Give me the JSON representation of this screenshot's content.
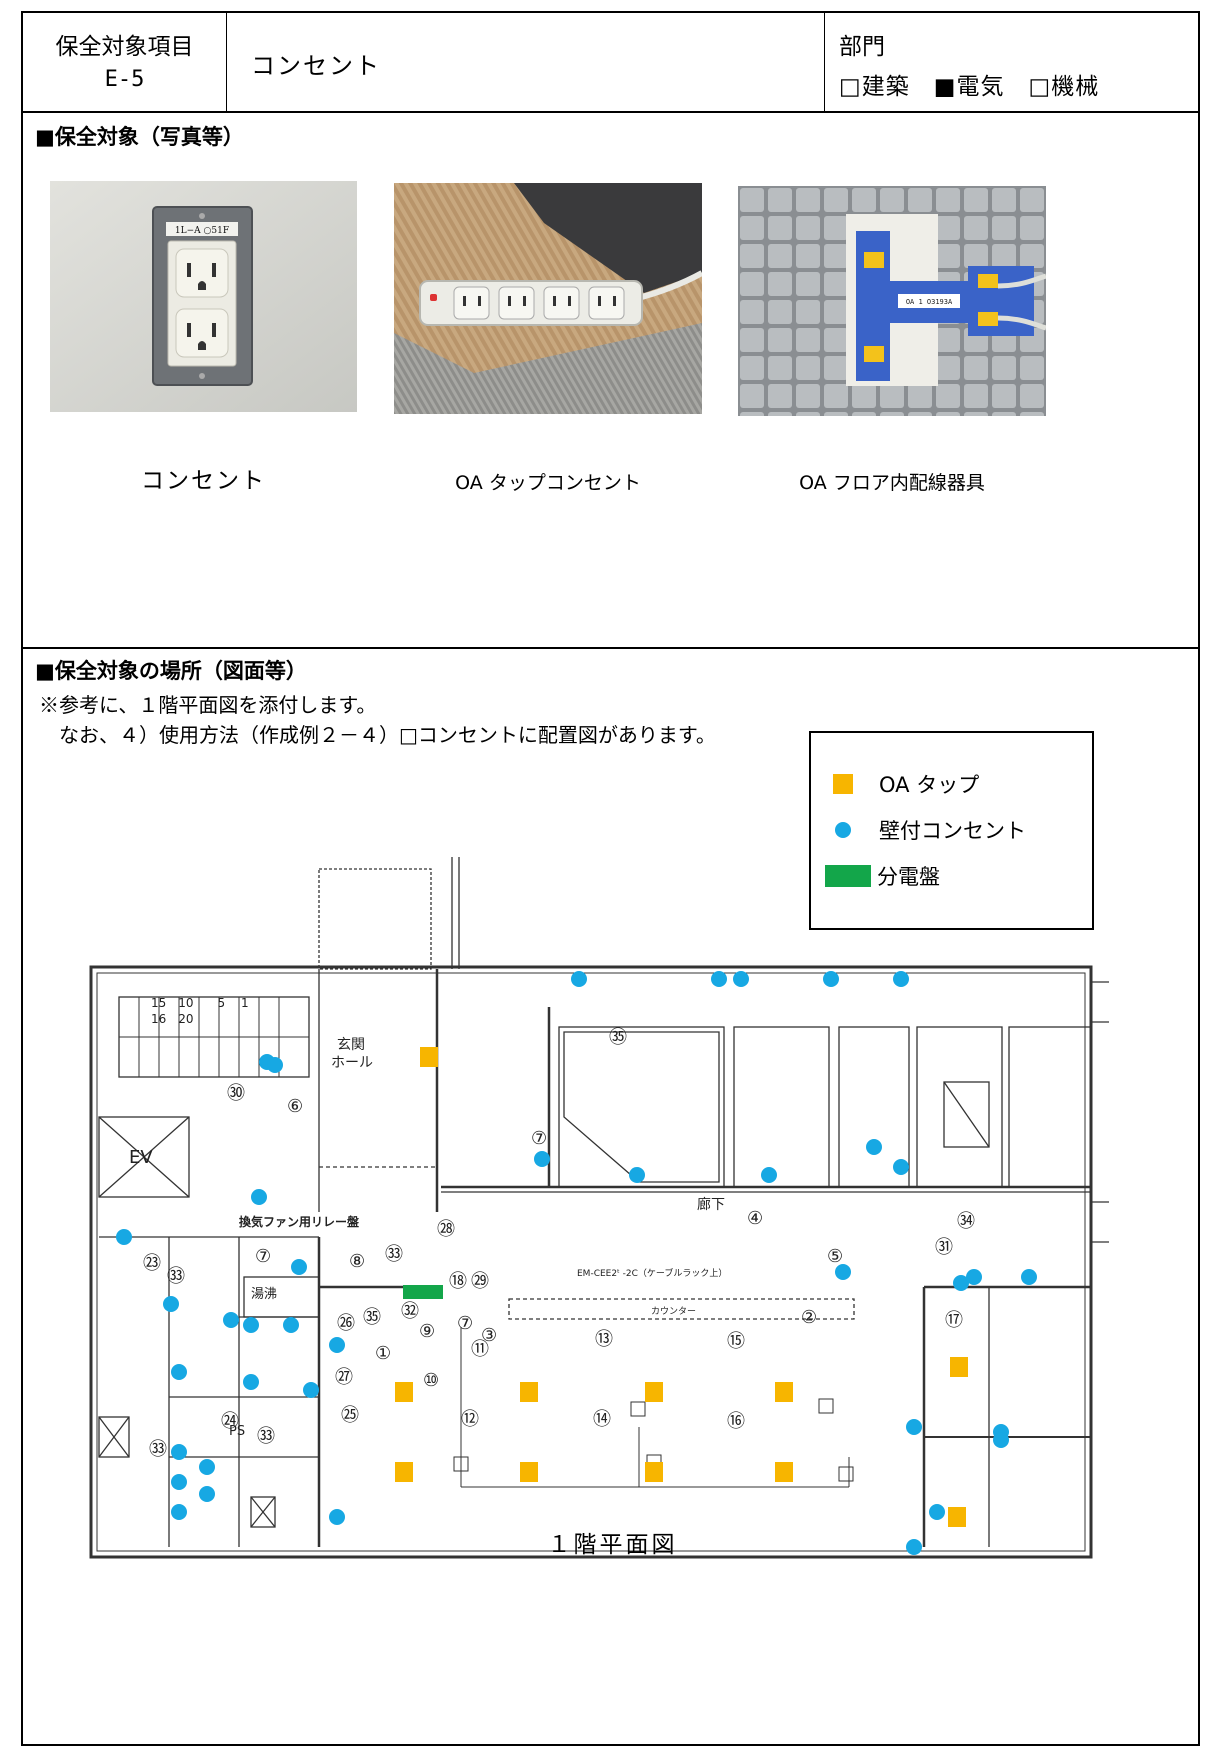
{
  "header": {
    "item_label": "保全対象項目",
    "item_code": "E-5",
    "item_value": "コンセント",
    "dept_label": "部門",
    "dept_options": "□建築　■電気　□機械"
  },
  "section_photos": {
    "title": "■保全対象（写真等）",
    "photos": [
      {
        "caption": "コンセント",
        "plate_text": "1L−A ○51F"
      },
      {
        "caption": "OA タップコンセント"
      },
      {
        "caption": "OA フロア内配線器具",
        "device_label": "OA 1 O3193A"
      }
    ]
  },
  "section_location": {
    "title": "■保全対象の場所（図面等）",
    "note1": "※参考に、１階平面図を添付します。",
    "note2": "なお、４）使用方法（作成例２－４）□コンセントに配置図があります。",
    "legend": {
      "oa_tap": "OA タップ",
      "wall_outlet": "壁付コンセント",
      "panel": "分電盤"
    },
    "plan_caption": "１階平面図",
    "plan_labels": {
      "entrance_hall_1": "玄関",
      "entrance_hall_2": "ホール",
      "corridor": "廊下",
      "relay_panel": "換気ファン用リレー盤",
      "counter": "カウンター",
      "cable": "EM-CEE2ᵗ -2C（ケーブルラック上）",
      "kitchen": "湯沸",
      "ev": "EV",
      "ps": "PS",
      "stairs_top": "15　10　　5　 1",
      "stairs_bottom": "16　20"
    },
    "colors": {
      "oa_tap": "#f7b500",
      "wall_outlet": "#17a8e3",
      "panel": "#13a64a"
    }
  }
}
